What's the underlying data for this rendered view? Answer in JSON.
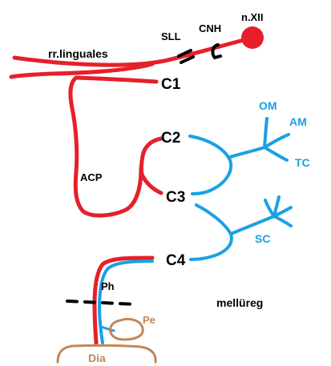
{
  "colors": {
    "red": "#e5202a",
    "blue": "#1ba1e2",
    "brown": "#c0875a",
    "black": "#000000"
  },
  "labels": {
    "nxii": "n.XII",
    "cnh": "CNH",
    "sll": "SLL",
    "rr_linguales": "rr.linguales",
    "c1": "C1",
    "c2": "C2",
    "c3": "C3",
    "c4": "C4",
    "acp": "ACP",
    "om": "OM",
    "am": "AM",
    "tc": "TC",
    "sc": "SC",
    "ph": "Ph",
    "mellureg": "mellüreg",
    "pe": "Pe",
    "dia": "Dia"
  }
}
